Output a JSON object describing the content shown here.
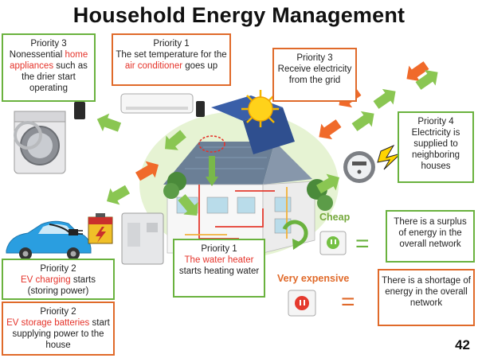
{
  "title": "Household Energy Management",
  "page_number": "42",
  "boxes": {
    "p3_appliances": {
      "line1": "Priority 3",
      "line2a": "Nonessential ",
      "hl": "home appliances",
      "line2b": " such as the drier start operating"
    },
    "p1_aircon": {
      "line1": "Priority 1",
      "line2a": "The set temperature for the ",
      "hl": "air conditioner",
      "line2b": " goes up"
    },
    "p3_grid": {
      "line1": "Priority 3",
      "line2": "Receive electricity from the grid"
    },
    "p4_neighbors": {
      "line1": "Priority 4",
      "line2": "Electricity is supplied to neighboring houses"
    },
    "surplus": {
      "text": "There is a surplus of energy in the overall network"
    },
    "shortage": {
      "text": "There is a shortage of energy in the overall network"
    },
    "p1_heater": {
      "line1": "Priority 1",
      "hl": "The water heater",
      "line2b": " starts heating water"
    },
    "p2_ev_charging": {
      "line1": "Priority 2",
      "hl": "EV charging",
      "line2b": " starts (storing power)"
    },
    "p2_ev_batteries": {
      "line1": "Priority 2",
      "hl": "EV storage batteries",
      "line2b": " start supplying power to the house"
    }
  },
  "labels": {
    "cheap": "Cheap",
    "very_expensive": "Very expensive",
    "equals": "="
  },
  "colors": {
    "green": "#6ab23e",
    "orange": "#e06a2a",
    "highlight": "#e5332a",
    "label_green": "#74a83a",
    "label_orange": "#e06a2a"
  }
}
